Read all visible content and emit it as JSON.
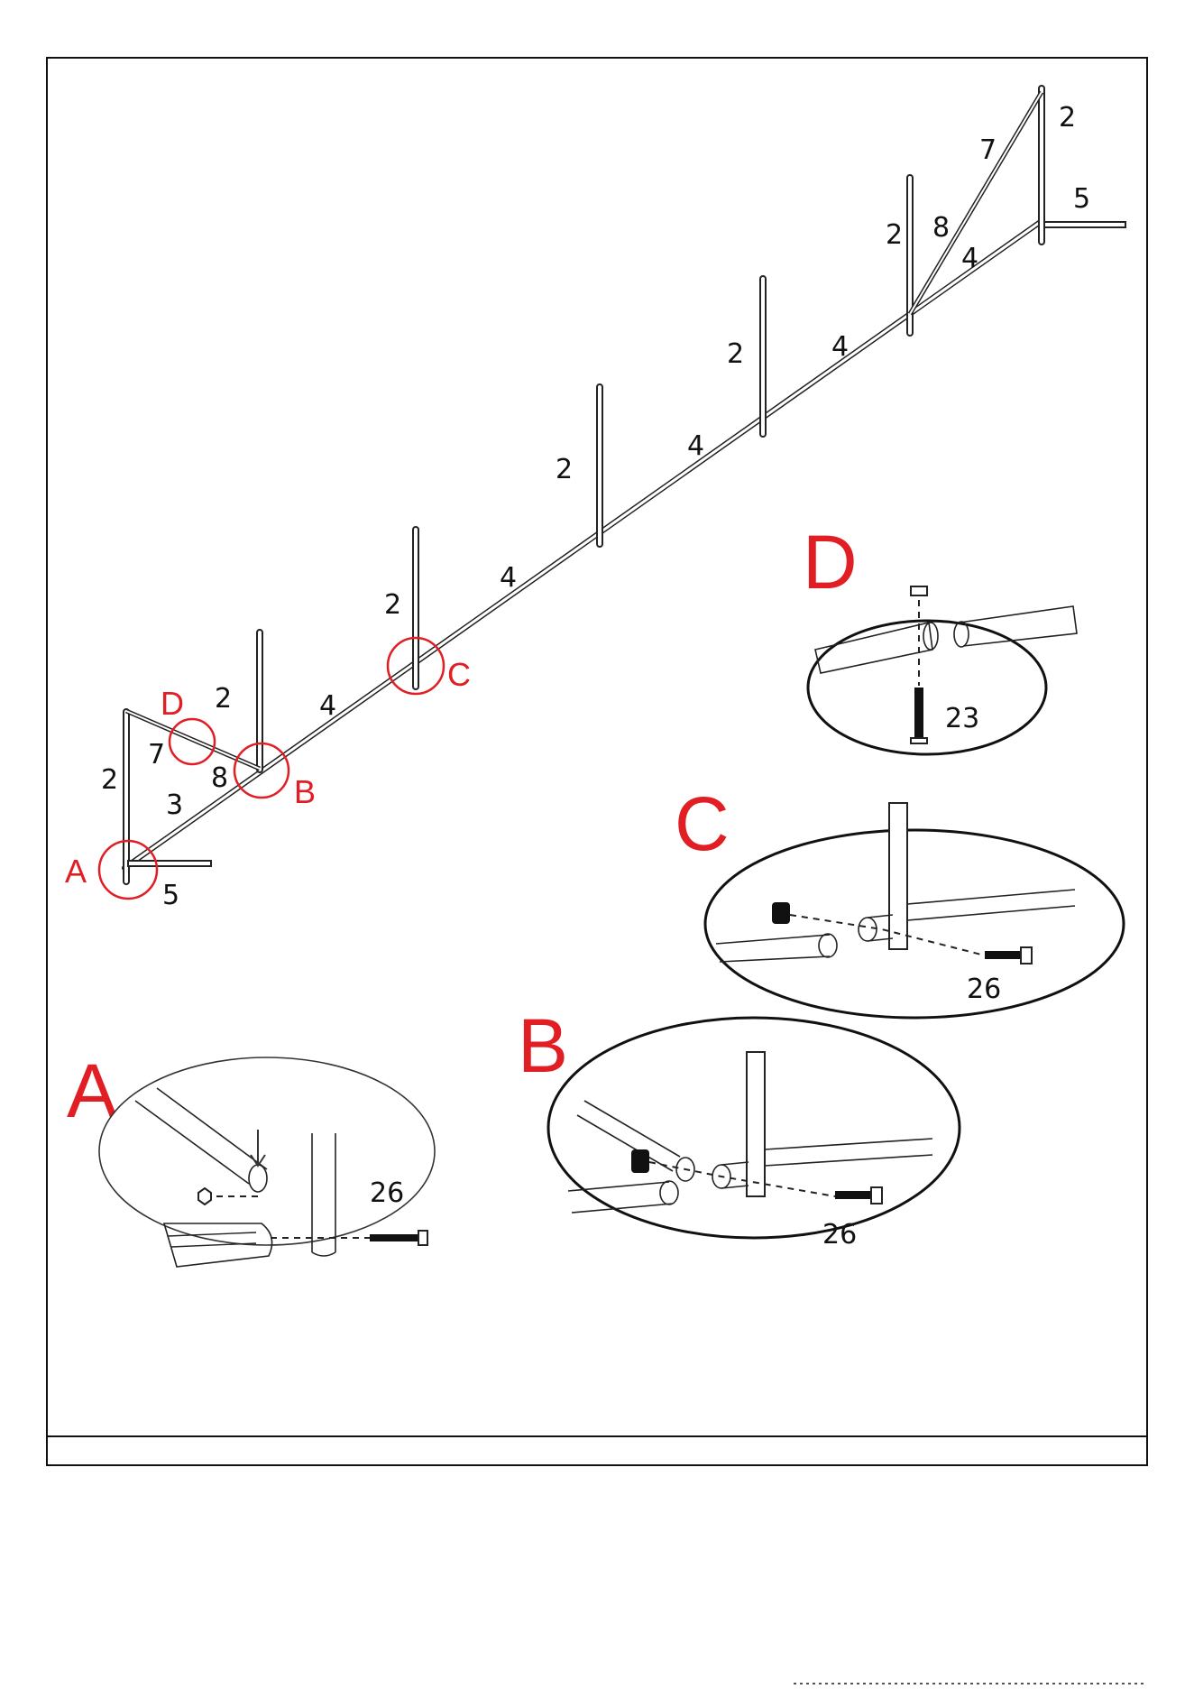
{
  "frame_labels": {
    "main": [
      {
        "id": "p2_top",
        "text": "2"
      },
      {
        "id": "p7_top",
        "text": "7"
      },
      {
        "id": "p5_top",
        "text": "5"
      },
      {
        "id": "p2_r1",
        "text": "2"
      },
      {
        "id": "p8_top",
        "text": "8"
      },
      {
        "id": "p4_top",
        "text": "4"
      },
      {
        "id": "p4_a",
        "text": "4"
      },
      {
        "id": "p2_r2",
        "text": "2"
      },
      {
        "id": "p4_b",
        "text": "4"
      },
      {
        "id": "p2_r3",
        "text": "2"
      },
      {
        "id": "p4_c",
        "text": "4"
      },
      {
        "id": "p2_r4",
        "text": "2"
      },
      {
        "id": "p4_d",
        "text": "4"
      },
      {
        "id": "p2_r5",
        "text": "2"
      },
      {
        "id": "p2_left_mid",
        "text": "2"
      },
      {
        "id": "p7_left",
        "text": "7"
      },
      {
        "id": "p8_left",
        "text": "8"
      },
      {
        "id": "p2_left",
        "text": "2"
      },
      {
        "id": "p3_left",
        "text": "3"
      },
      {
        "id": "p5_left",
        "text": "5"
      }
    ],
    "markers": {
      "a": "A",
      "b": "B",
      "c": "C",
      "d": "D"
    }
  },
  "details": {
    "a": {
      "title": "A",
      "part": "26"
    },
    "b": {
      "title": "B",
      "part": "26"
    },
    "c": {
      "title": "C",
      "part": "26"
    },
    "d": {
      "title": "D",
      "part": "23"
    }
  }
}
